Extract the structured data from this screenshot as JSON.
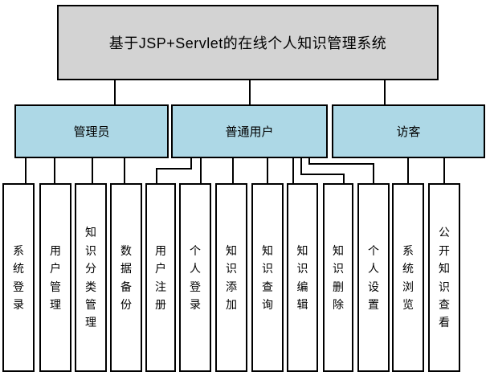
{
  "diagram": {
    "title": "基于JSP+Servlet的在线个人知识管理系统",
    "roles": [
      {
        "label": "管理员",
        "functions": [
          "系统登录",
          "用户管理",
          "知识分类管理",
          "数据备份"
        ]
      },
      {
        "label": "普通用户",
        "functions": [
          "用户注册",
          "个人登录",
          "知识添加",
          "知识查询",
          "知识编辑",
          "知识删除",
          "个人设置"
        ]
      },
      {
        "label": "访客",
        "functions": [
          "系统浏览",
          "公开知识查看"
        ]
      }
    ],
    "leaves": [
      "系统登录",
      "用户管理",
      "知识分类管理",
      "数据备份",
      "用户注册",
      "个人登录",
      "知识添加",
      "知识查询",
      "知识编辑",
      "知识删除",
      "个人设置",
      "系统浏览",
      "公开知识查看"
    ],
    "colors": {
      "root_fill": "#d3d3d3",
      "role_fill": "#add8e6",
      "leaf_fill": "#ffffff",
      "border": "#000000",
      "connector": "#000000"
    }
  }
}
